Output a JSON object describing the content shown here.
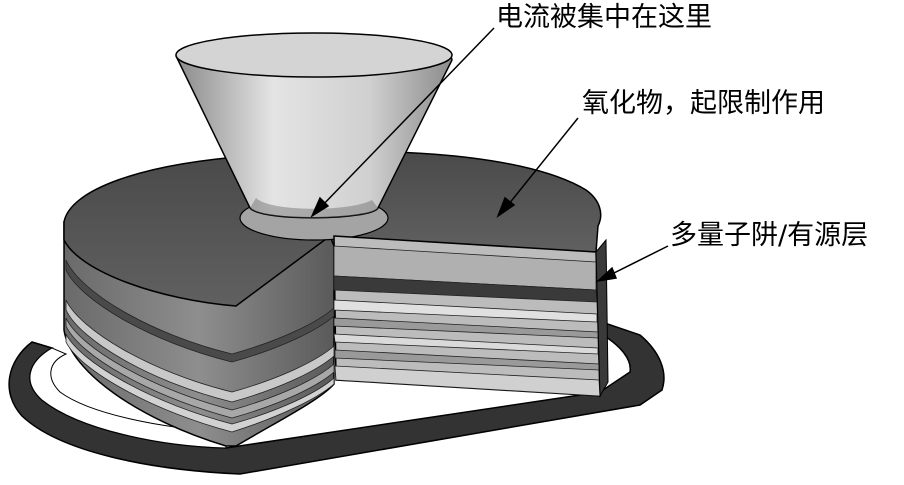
{
  "labels": {
    "current_focus": "电流被集中在这里",
    "oxide": "氧化物，起限制作用",
    "mqw": "多量子阱/有源层"
  },
  "colors": {
    "top_surface": "#5a5a5a",
    "side_dark": "#4a4a4a",
    "layer_light": "#c8c8c8",
    "layer_mid": "#9a9a9a",
    "ring": "#2e2e2e",
    "cone": "#c4c4c4",
    "aperture": "#9c9c9c"
  }
}
